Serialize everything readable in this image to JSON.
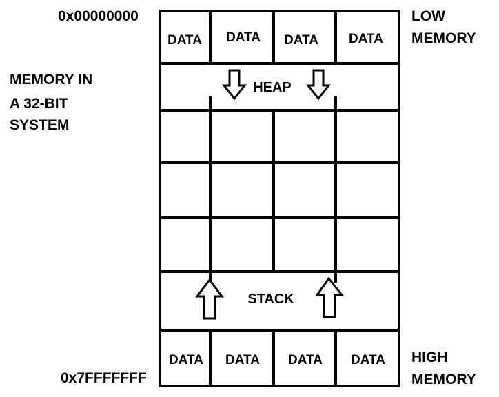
{
  "addresses": {
    "low": "0x00000000",
    "high": "0x7FFFFFFF"
  },
  "side_labels": {
    "low_memory": [
      "LOW",
      "MEMORY"
    ],
    "high_memory": [
      "HIGH",
      "MEMORY"
    ],
    "title": [
      "MEMORY IN",
      "A 32-BIT",
      "SYSTEM"
    ]
  },
  "top_row": [
    "DATA",
    "DATA",
    "DATA",
    "DATA"
  ],
  "bottom_row": [
    "DATA",
    "DATA",
    "DATA",
    "DATA"
  ],
  "heap": {
    "label": "HEAP",
    "arrow_direction": "down-arrow-icon"
  },
  "stack": {
    "label": "STACK",
    "arrow_direction": "up-arrow-icon"
  }
}
